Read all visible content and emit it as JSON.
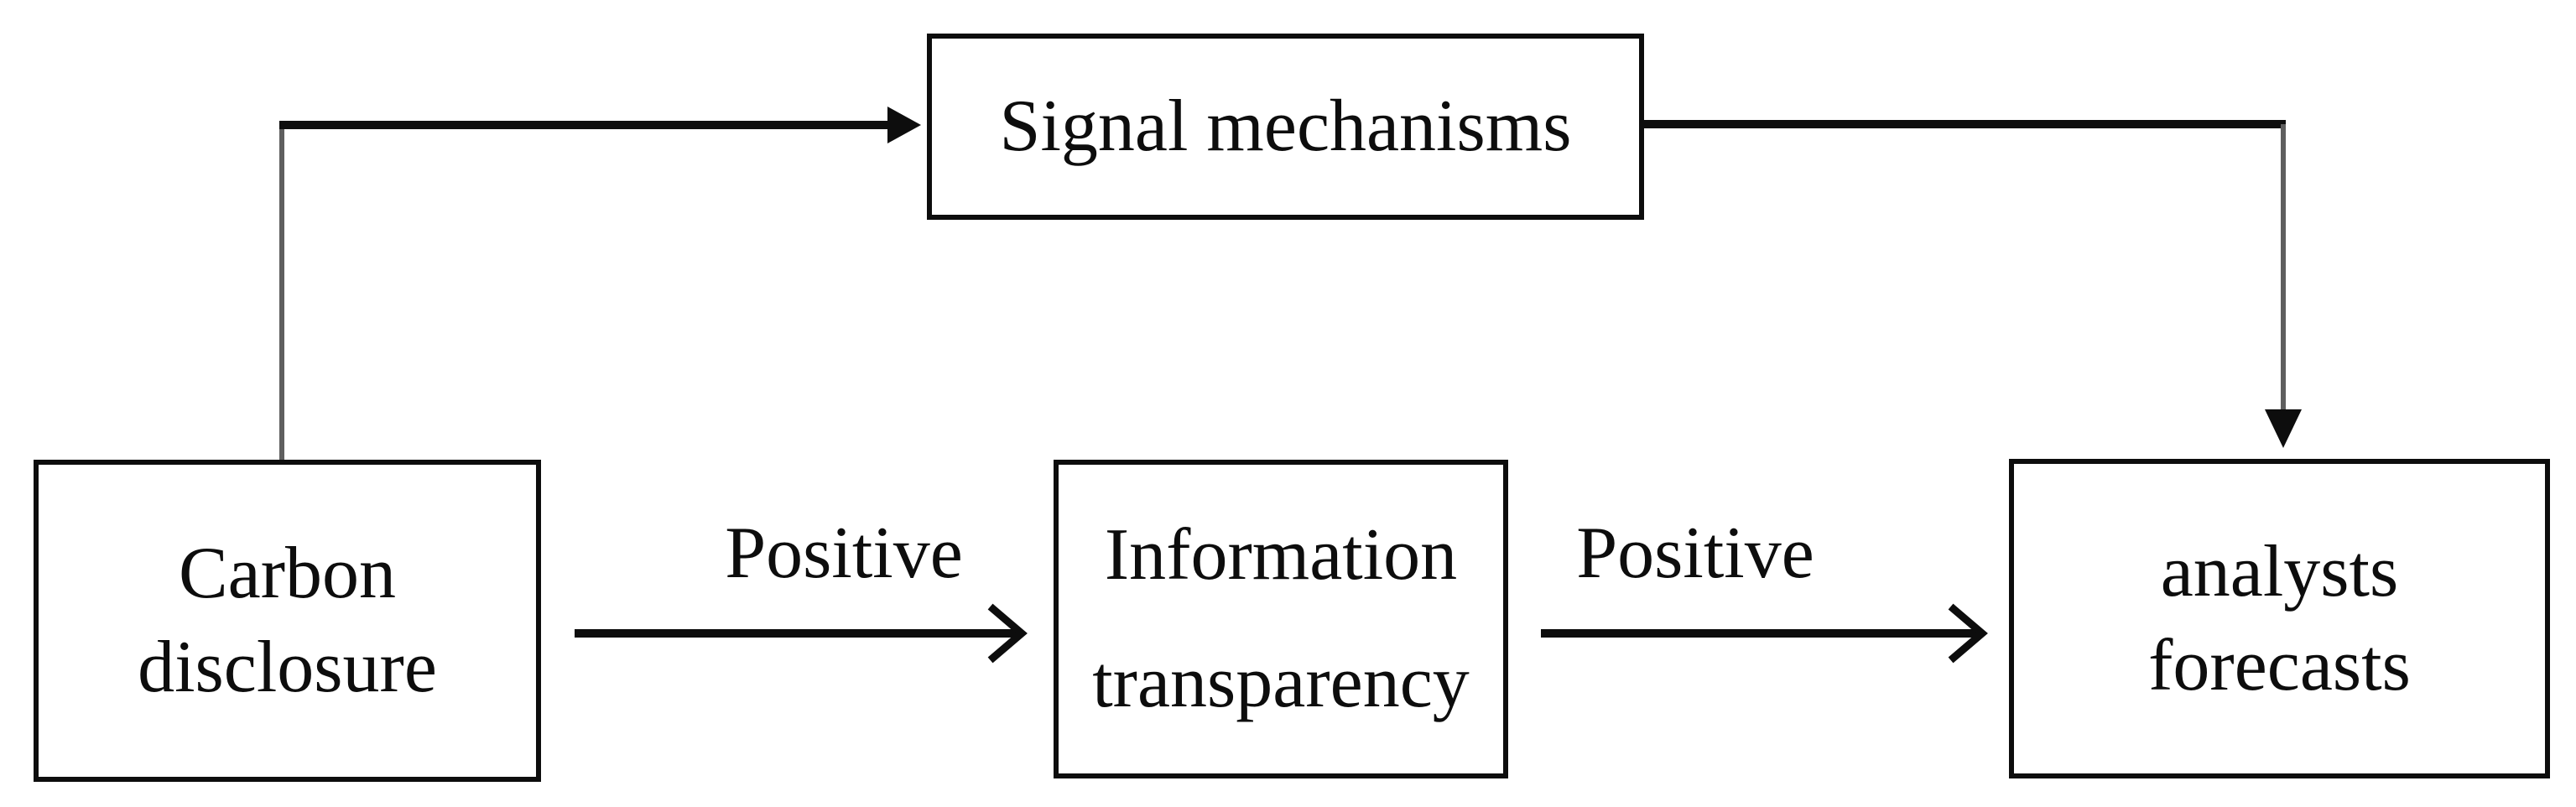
{
  "figure": {
    "type": "diagram",
    "description": "Mediation path diagram: carbon disclosure affects analysts forecasts through information transparency, with signal mechanisms as the linking channel",
    "colors": {
      "bg": "#ffffff",
      "line": "#0d0d0d",
      "connector": "#5f5f5f",
      "text": "#0d0d0d",
      "box_fill": "#ffffff"
    },
    "boxes": {
      "signal_mechanisms": {
        "lines": [
          "Signal mechanisms"
        ]
      },
      "carbon_disclosure": {
        "lines": [
          "Carbon",
          "disclosure"
        ]
      },
      "information_transparency": {
        "lines": [
          "Information",
          "transparency"
        ]
      },
      "analysts_forecasts": {
        "lines": [
          "analysts",
          "forecasts"
        ]
      }
    },
    "edges": {
      "carbon_to_information_label": "Positive",
      "information_to_analysts_label": "Positive"
    }
  }
}
